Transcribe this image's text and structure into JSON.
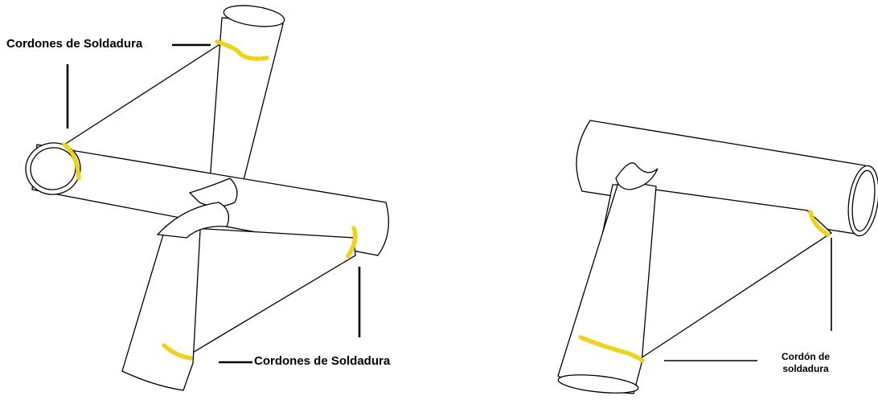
{
  "labels": {
    "top_left": "Cordones de Soldadura",
    "bottom": "Cordones de Soldadura",
    "right_line1": "Cordón de",
    "right_line2": "soldadura"
  },
  "colors": {
    "weld": "#f2d40a",
    "weld_outline": "#8a7a10",
    "line": "#000000",
    "background": "#ffffff"
  }
}
